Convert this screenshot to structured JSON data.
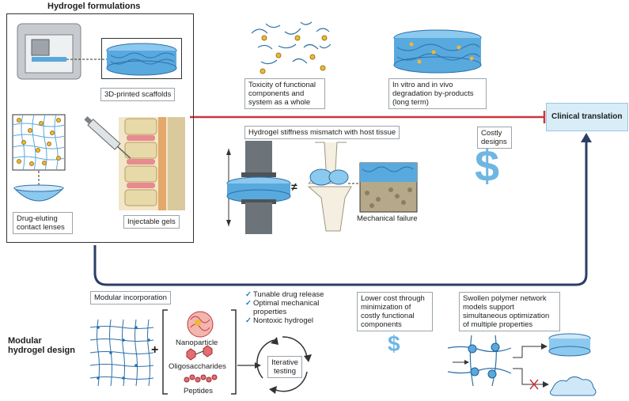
{
  "top": {
    "section_title": "Hydrogel formulations",
    "scaffolds_label": "3D-printed scaffolds",
    "lenses_label": "Drug-eluting contact lenses",
    "gels_label": "Injectable gels"
  },
  "challenges": {
    "toxicity": "Toxicity of functional components and system as a whole",
    "degradation": "In vitro and in vivo degradation by-products (long term)",
    "stiffness": "Hydrogel stiffness mismatch with host tissue",
    "costly": "Costly designs",
    "mechanical_failure": "Mechanical failure",
    "not_equal_symbol": "≠",
    "dollar_symbol": "$"
  },
  "clinical": {
    "label": "Clinical translation"
  },
  "bottom": {
    "section_title": "Modular hydrogel design",
    "modular_label": "Modular incorporation",
    "plus_symbol": "+",
    "nanoparticle": "Nanoparticle",
    "oligosaccharides": "Oligosaccharides",
    "peptides": "Peptides",
    "outcomes": [
      "Tunable drug release",
      "Optimal mechanical properties",
      "Nontoxic hydrogel"
    ],
    "iterative": "Iterative testing",
    "lower_cost": "Lower cost through minimization of costly functional components",
    "swollen": "Swollen polymer network models support simultaneous optimization of multiple properties",
    "dollar_symbol": "$"
  },
  "colors": {
    "red_line": "#c8363d",
    "navy_line": "#2c3e66",
    "hydrogel_blue": "#58a9dd",
    "clinical_bg": "#d8edf8",
    "dollar_blue": "#6fb6e3"
  }
}
